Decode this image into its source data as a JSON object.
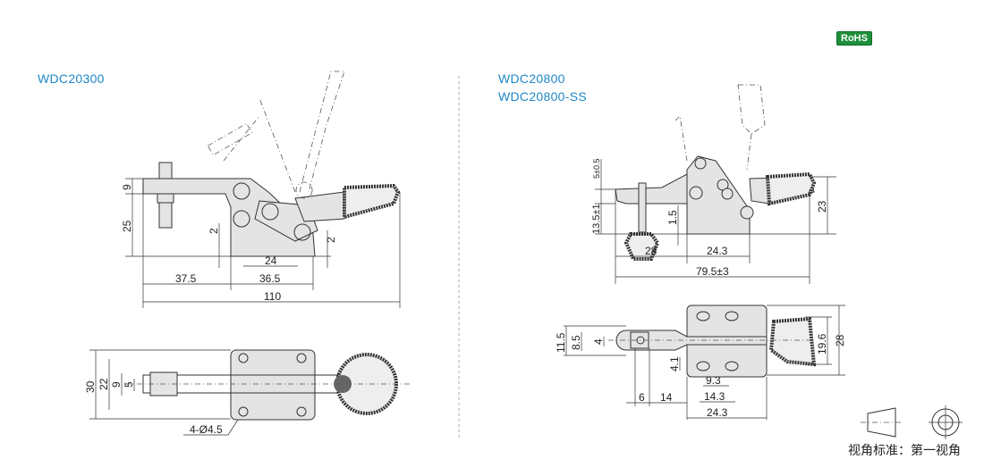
{
  "badge": "RoHS",
  "left_model": "WDC20300",
  "right_models": [
    "WDC20800",
    "WDC20800-SS"
  ],
  "left_side_dims": {
    "h_top": "9",
    "h_body": "25",
    "gap_left": "2",
    "gap_right": "2",
    "hole_spacing": "24",
    "base_len": "36.5",
    "arm_len": "37.5",
    "total": "110"
  },
  "left_top_dims": {
    "w30": "30",
    "w22": "22",
    "w9": "9",
    "w5": "5",
    "holes": "4-Ø4.5"
  },
  "right_side_dims": {
    "v5": "5±0.5",
    "v13": "13.5±1",
    "v1_5": "1.5",
    "h28": "28",
    "h24_3": "24.3",
    "total": "79.5±3",
    "v23": "23"
  },
  "right_top_dims": {
    "v11_5": "11.5",
    "v8_5": "8.5",
    "v4": "4",
    "v4_1": "4.1",
    "h6": "6",
    "h14": "14",
    "h9_3": "9.3",
    "h14_3": "14.3",
    "h24_3": "24.3",
    "v19_6": "19.6",
    "v28": "28"
  },
  "projection_label": "视角标准：第一视角",
  "colors": {
    "title": "#1e88c7",
    "rohs": "#1e8f3a"
  }
}
